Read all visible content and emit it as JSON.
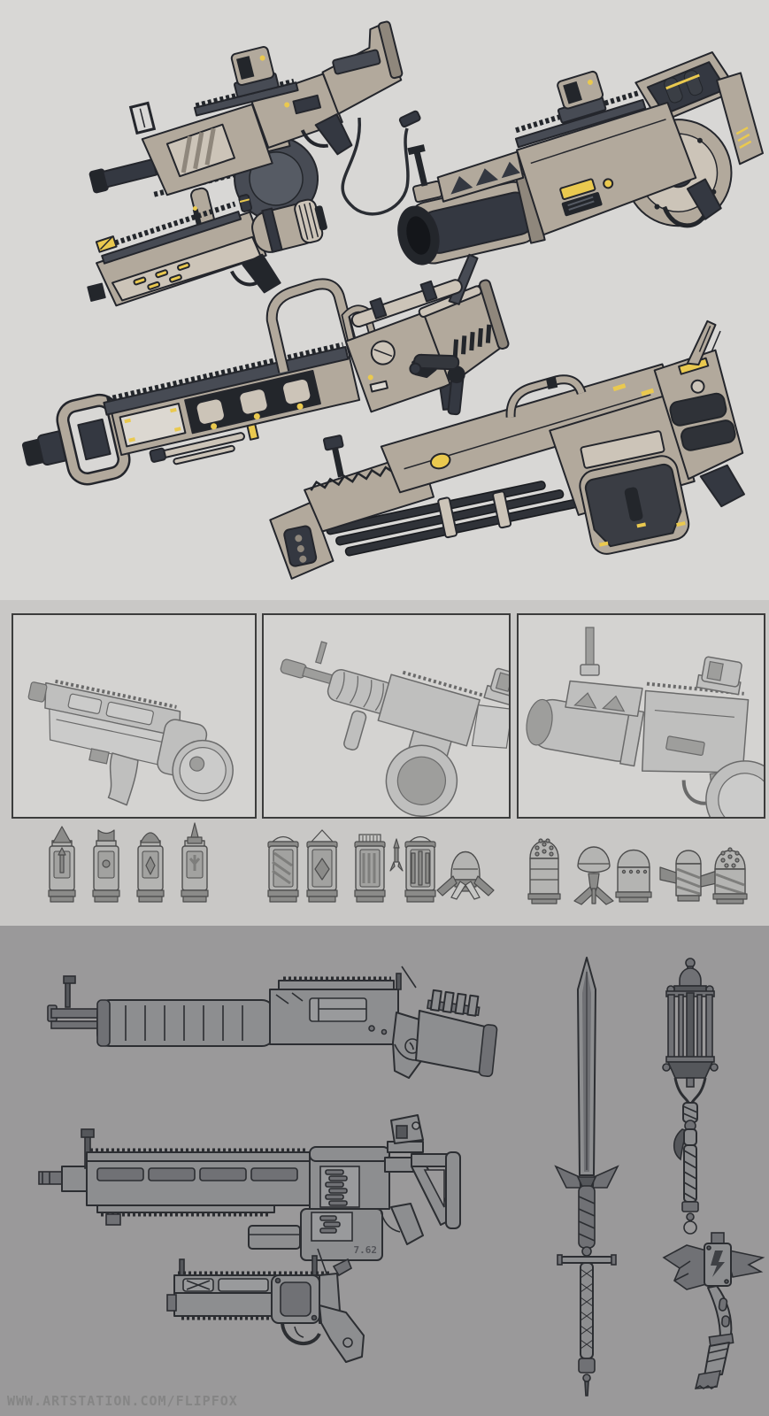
{
  "watermark": {
    "text": "WWW.ARTSTATION.COM/FLIPFOX"
  },
  "palette": {
    "background_top": "#d8d7d5",
    "background_middle": "#c9c8c6",
    "background_bottom": "#9a999a",
    "panel_background": "#d4d3d1",
    "panel_border": "#3c3c3c",
    "weapon_tan": "#b2a99c",
    "weapon_tan_light": "#ccc4b8",
    "weapon_dark": "#474b54",
    "weapon_outline": "#24262c",
    "accent_yellow": "#eac94f",
    "sketch_gray": "#bfbfbe",
    "lineart_gray": "#8d8e90",
    "lineart_stroke": "#2c2e32"
  },
  "sections": {
    "top": {
      "label": "rendered weapon concepts",
      "items": [
        {
          "name": "assault-rifle-drum-magazine-with-cable"
        },
        {
          "name": "grenade-launcher-rear-drum"
        },
        {
          "name": "compact-smg"
        },
        {
          "name": "rail-marksman-rifle"
        },
        {
          "name": "crank-rotary-machine-gun"
        }
      ]
    },
    "middle": {
      "label": "detail sketch panels and ammunition",
      "panels": [
        {
          "name": "sketch-compact-launcher"
        },
        {
          "name": "sketch-drum-rifle-front"
        },
        {
          "name": "sketch-grenade-launcher-front"
        }
      ],
      "ammo_groups": [
        {
          "name": "rifle-cartridges",
          "rounds": 4
        },
        {
          "name": "shotgun-shells-flechette-dart-cluster-bomb",
          "rounds": 6
        },
        {
          "name": "grenade-and-rocket-rounds",
          "rounds": 5
        }
      ]
    },
    "bottom": {
      "label": "line-art weapon loadout",
      "items": [
        {
          "name": "pump-action-shotgun"
        },
        {
          "name": "belt-fed-machine-gun",
          "marking": "7.62"
        },
        {
          "name": "revolver-pistol"
        },
        {
          "name": "longsword"
        },
        {
          "name": "torch-staff"
        },
        {
          "name": "battle-axe"
        }
      ]
    }
  }
}
